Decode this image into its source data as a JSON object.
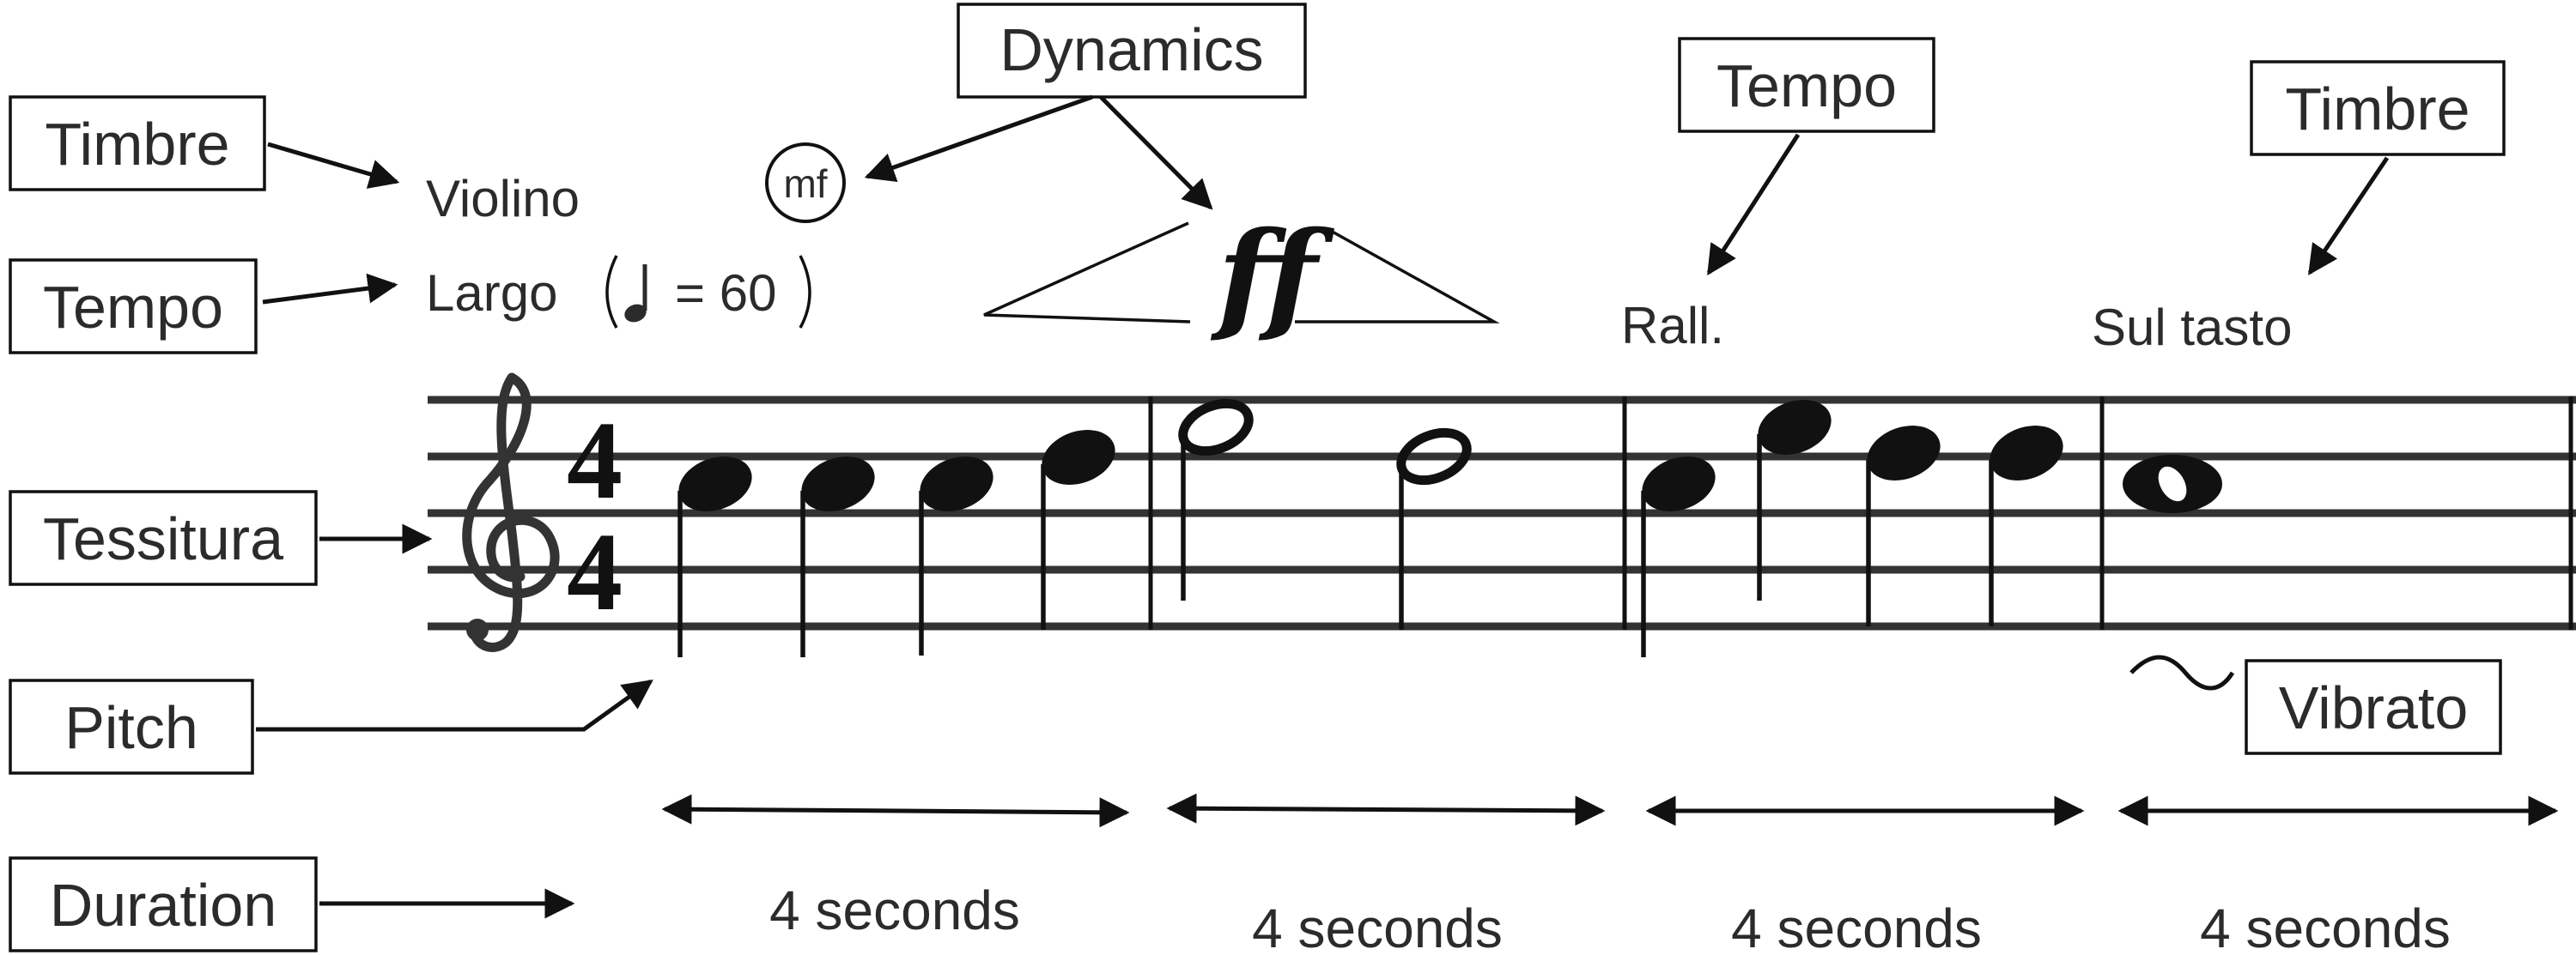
{
  "labels": {
    "timbre_left": "Timbre",
    "tempo_left": "Tempo",
    "tessitura": "Tessitura",
    "pitch": "Pitch",
    "duration": "Duration",
    "dynamics": "Dynamics",
    "tempo_right": "Tempo",
    "timbre_right": "Timbre",
    "vibrato": "Vibrato"
  },
  "score": {
    "instrument": "Violino",
    "tempo_prefix": "Largo",
    "tempo_value": "= 60",
    "dynamic_start": "mf",
    "dynamic_peak": "ff",
    "rall": "Rall.",
    "sul_tasto": "Sul tasto",
    "time_signature": {
      "top": "4",
      "bottom": "4"
    }
  },
  "durations": [
    "4 seconds",
    "4 seconds",
    "4 seconds",
    "4 seconds"
  ],
  "icons": {
    "clef": "treble-clef-icon",
    "vibrato": "vibrato-wave-icon",
    "tempo_note": "quarter-note-icon"
  }
}
